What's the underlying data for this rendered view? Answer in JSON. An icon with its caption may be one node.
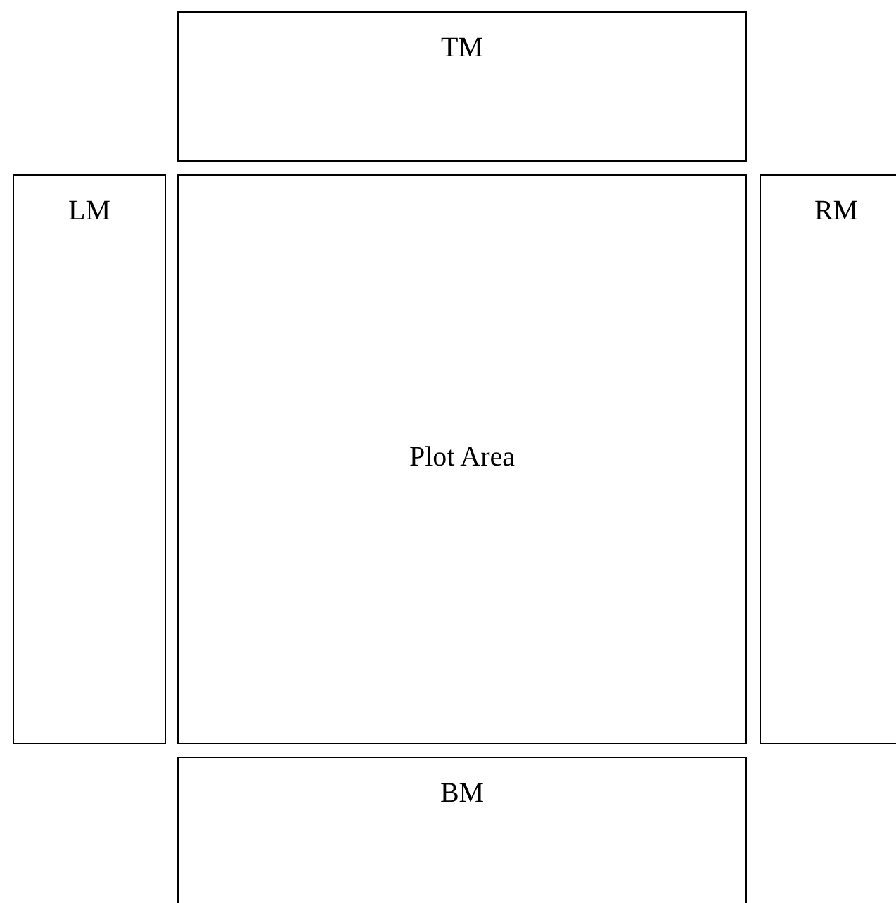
{
  "diagram": {
    "nodes": [
      {
        "text": [
          "TM"
        ]
      },
      {
        "text": [
          "LM"
        ]
      },
      {
        "text": [
          "Plot Area"
        ]
      },
      {
        "text": [
          "RM"
        ]
      },
      {
        "text": [
          "BM"
        ]
      }
    ]
  }
}
